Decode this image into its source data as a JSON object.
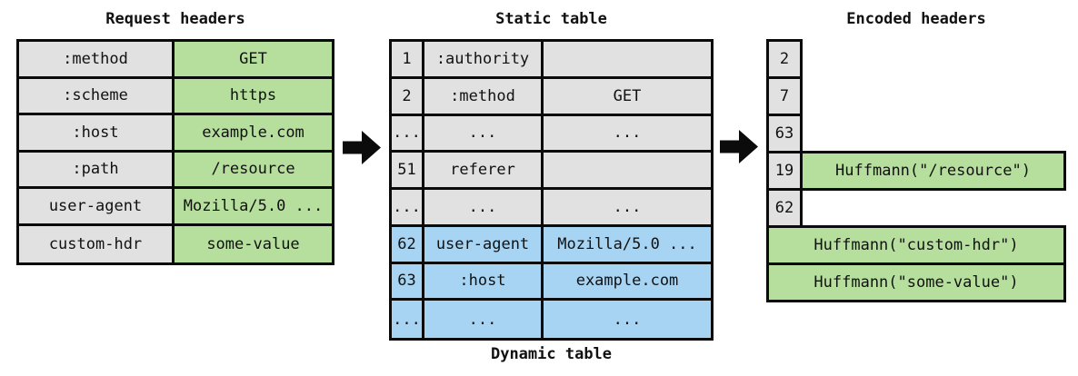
{
  "titles": {
    "request": "Request headers",
    "static": "Static table",
    "encoded": "Encoded headers",
    "dynamic": "Dynamic table"
  },
  "colors": {
    "cell_gray": "#e1e1e1",
    "cell_green": "#b6df9d",
    "cell_blue": "#a7d4f2",
    "border": "#0b0b0b",
    "background": "#ffffff"
  },
  "request_table": {
    "rows": [
      {
        "name": ":method",
        "value": "GET"
      },
      {
        "name": ":scheme",
        "value": "https"
      },
      {
        "name": ":host",
        "value": "example.com"
      },
      {
        "name": ":path",
        "value": "/resource"
      },
      {
        "name": "user-agent",
        "value": "Mozilla/5.0 ..."
      },
      {
        "name": "custom-hdr",
        "value": "some-value"
      }
    ]
  },
  "static_table": {
    "rows": [
      {
        "index": "1",
        "name": ":authority",
        "value": "",
        "section": "static"
      },
      {
        "index": "2",
        "name": ":method",
        "value": "GET",
        "section": "static"
      },
      {
        "index": "...",
        "name": "...",
        "value": "...",
        "section": "static"
      },
      {
        "index": "51",
        "name": "referer",
        "value": "",
        "section": "static"
      },
      {
        "index": "...",
        "name": "...",
        "value": "...",
        "section": "static"
      },
      {
        "index": "62",
        "name": "user-agent",
        "value": "Mozilla/5.0 ...",
        "section": "dynamic"
      },
      {
        "index": "63",
        "name": ":host",
        "value": "example.com",
        "section": "dynamic"
      },
      {
        "index": "...",
        "name": "...",
        "value": "...",
        "section": "dynamic"
      }
    ]
  },
  "encoded": {
    "indices": [
      "2",
      "7",
      "63",
      "19",
      "62"
    ],
    "resource": "Huffmann(\"/resource\")",
    "literals": [
      "Huffmann(\"custom-hdr\")",
      "Huffmann(\"some-value\")"
    ]
  },
  "icons": {
    "arrow_left": "right-arrow",
    "arrow_right": "right-arrow"
  }
}
